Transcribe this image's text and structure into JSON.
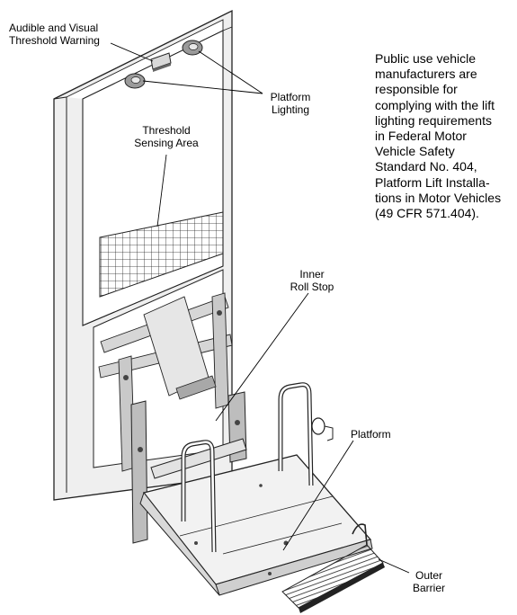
{
  "labels": {
    "threshold_warning": [
      "Audible and Visual",
      "Threshold Warning"
    ],
    "platform_lighting": [
      "Platform",
      "Lighting"
    ],
    "threshold_sensing_area": [
      "Threshold",
      "Sensing Area"
    ],
    "inner_roll_stop": [
      "Inner",
      "Roll Stop"
    ],
    "platform": "Platform",
    "outer_barrier": [
      "Outer",
      "Barrier"
    ]
  },
  "note_lines": [
    "Public use vehicle",
    "manufacturers are",
    "responsible for",
    "complying with the lift",
    "lighting requirements",
    "in Federal Motor",
    "Vehicle Safety",
    "Standard No. 404,",
    "Platform Lift Installa-",
    "tions in Motor Vehicles",
    "(49 CFR 571.404)."
  ]
}
